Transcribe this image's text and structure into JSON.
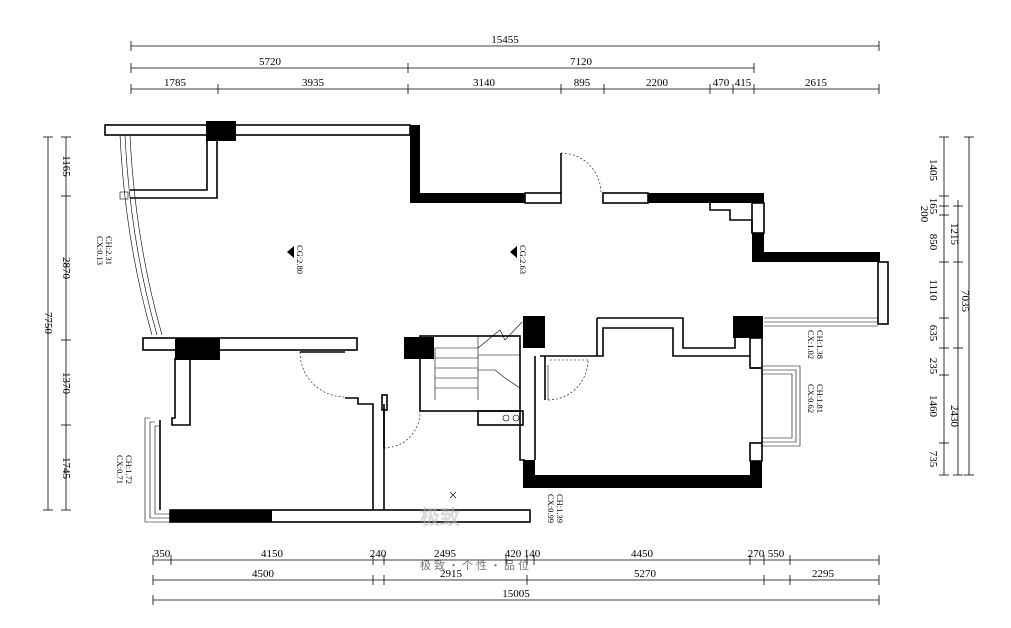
{
  "dims": {
    "top_total": "15455",
    "top_mid": [
      "5720",
      "7120"
    ],
    "top_seg": [
      "1785",
      "3935",
      "3140",
      "895",
      "2200",
      "470",
      "415",
      "2615"
    ],
    "bottom_seg": [
      "350",
      "4150",
      "240",
      "2495",
      "420",
      "140",
      "4450",
      "270",
      "550"
    ],
    "bottom_mid": [
      "4500",
      "2915",
      "5270",
      "2295"
    ],
    "bottom_total": "15005",
    "left_total": "7750",
    "left_seg": [
      "1165",
      "2870",
      "1370",
      "1745"
    ],
    "right_inner": [
      "1405",
      "165",
      "200",
      "850",
      "1110",
      "635",
      "235",
      "1460",
      "735"
    ],
    "right_mid": [
      "1215",
      "2430"
    ],
    "right_total": "7035"
  },
  "labels": {
    "cg1": "CG:2.80",
    "cg2": "CG:2.63",
    "ch_left_top": [
      "CH:2.31",
      "CX:0.13"
    ],
    "ch_left_bottom": [
      "CH:1.72",
      "CX:0.71"
    ],
    "ch_right_top": [
      "CH:1.38",
      "CX:1.02"
    ],
    "ch_right_mid": [
      "CH:1.81",
      "CX:0.62"
    ],
    "ch_bottom": [
      "CH:1.39",
      "CX:0.99"
    ]
  },
  "watermark": {
    "logo": "极致",
    "slogan": "极致・个性・品位"
  }
}
